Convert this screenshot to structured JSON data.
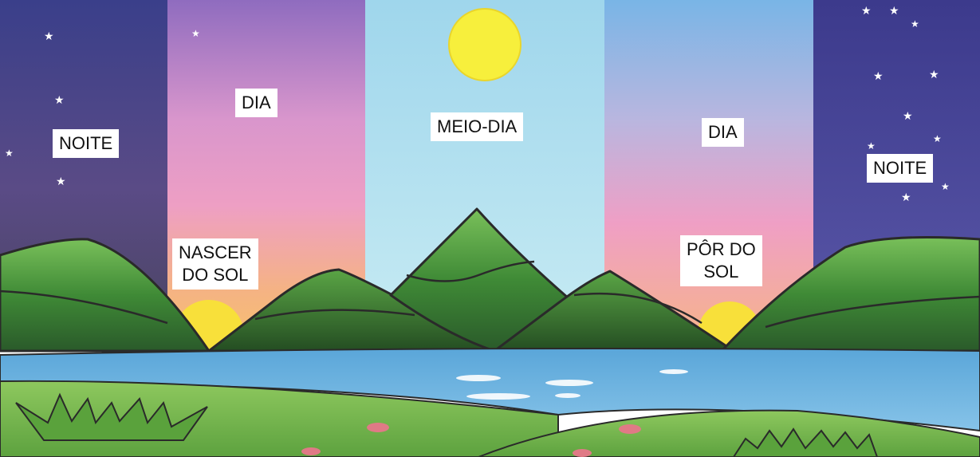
{
  "labels": {
    "noite_left": "NOITE",
    "dia_left": "DIA",
    "nascer_do_sol": "NASCER\nDO SOL",
    "meio_dia": "MEIO-DIA",
    "dia_right": "DIA",
    "por_do_sol": "PÔR DO\nSOL",
    "noite_right": "NOITE"
  },
  "colors": {
    "night": "#3f4690",
    "dawn_pink": "#e9a3c6",
    "sunrise_orange": "#f4b07a",
    "noon_sky": "#a8dcec",
    "sun": "#f7ef3c",
    "mountain_green": "#4f9a3e",
    "lake_blue": "#6fb1df",
    "grass_green": "#7fbe54"
  }
}
